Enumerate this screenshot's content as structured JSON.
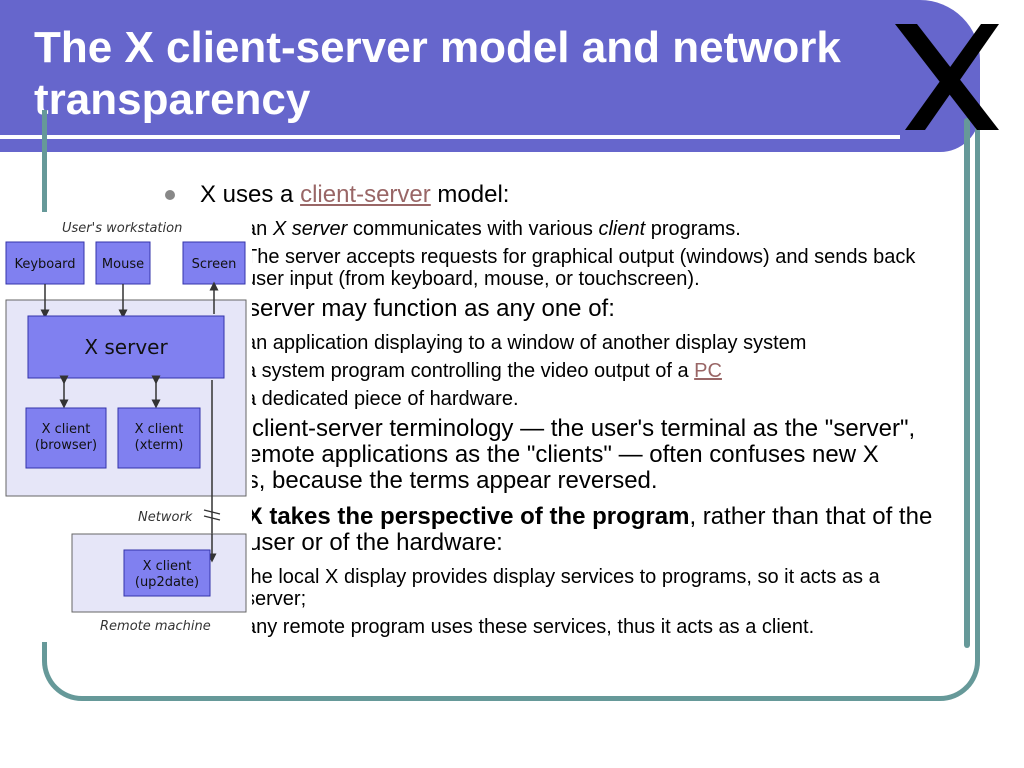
{
  "slide": {
    "title": "The X client-server model and network transparency",
    "bullets": [
      {
        "level": 1,
        "parts": [
          "X uses a ",
          "client-server",
          " model:"
        ]
      },
      {
        "level": 2,
        "parts": [
          "an ",
          "X server",
          " communicates with various ",
          "client",
          " programs."
        ]
      },
      {
        "level": 2,
        "text": "The server accepts requests for graphical output (windows) and sends back user input (from keyboard, mouse, or touchscreen)."
      },
      {
        "level": 1,
        "text": "The server may function as any one of:"
      },
      {
        "level": 2,
        "text": "an application displaying to a window of another display system"
      },
      {
        "level": 2,
        "parts": [
          "a system program controlling the video output of a ",
          "PC"
        ]
      },
      {
        "level": 2,
        "text": "a dedicated piece of hardware."
      },
      {
        "level": 1,
        "text": "This client-server terminology — the user's terminal as the \"server\", the remote applications as the \"clients\" — often confuses new X users, because the terms appear reversed."
      },
      {
        "level": 1,
        "parts": [
          "But X takes the perspective of the program",
          ", rather than that of the end-user or of the hardware:"
        ]
      },
      {
        "level": 2,
        "text": "the local X display provides display services to programs, so it acts as a server;"
      },
      {
        "level": 2,
        "text": "any remote program uses these services, thus it acts as a client."
      }
    ]
  },
  "diagram": {
    "workstation_label": "User's workstation",
    "keyboard": "Keyboard",
    "mouse": "Mouse",
    "screen": "Screen",
    "xserver": "X server",
    "client1_line1": "X client",
    "client1_line2": "(browser)",
    "client2_line1": "X client",
    "client2_line2": "(xterm)",
    "network_label": "Network",
    "client3_line1": "X client",
    "client3_line2": "(up2date)",
    "remote_label": "Remote machine"
  },
  "logo": {
    "name": "X"
  },
  "colors": {
    "title_band": "#6666cc",
    "frame": "#669999",
    "link": "#996666",
    "box_fill": "#8080f0",
    "box_stroke": "#3333aa"
  }
}
